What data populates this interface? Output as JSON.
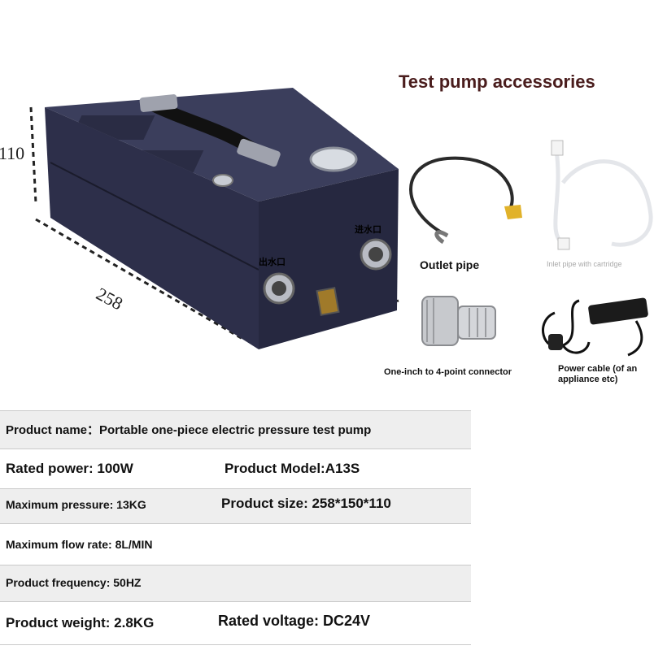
{
  "product_image": {
    "dimension_height": "110",
    "dimension_length": "258",
    "port_outlet": "出水口",
    "port_inlet": "进水口"
  },
  "accessories": {
    "title": "Test pump accessories",
    "items": [
      {
        "label": "Outlet pipe"
      },
      {
        "label": "Inlet pipe with cartridge"
      },
      {
        "label": "One-inch to 4-point connector"
      },
      {
        "label": "Power cable (of an appliance etc)"
      }
    ]
  },
  "specs": {
    "product_name": "Product name：Portable one-piece electric pressure test pump",
    "rated_power": "Rated power: 100W",
    "product_model": "Product Model:A13S",
    "maximum_pressure": "Maximum pressure: 13KG",
    "product_size": "Product size: 258*150*110",
    "maximum_flow_rate": "Maximum flow rate: 8L/MIN",
    "product_frequency": "Product frequency: 50HZ",
    "product_weight": "Product weight: 2.8KG",
    "rated_voltage": "Rated voltage: DC24V"
  },
  "colors": {
    "title_brown": "#4a1d1d",
    "pump_body": "#2d2f4a",
    "table_shade": "#eeeeee"
  }
}
